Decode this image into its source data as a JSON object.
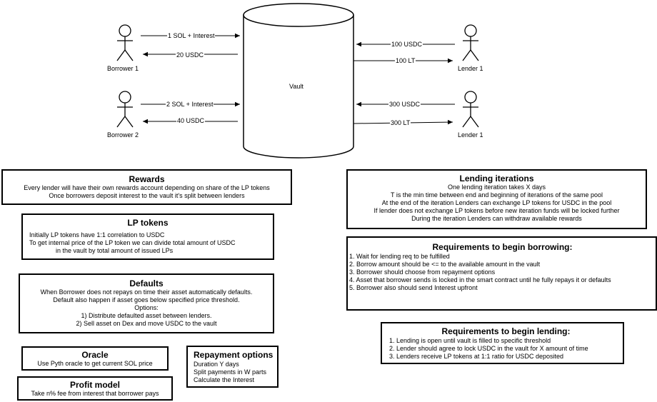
{
  "vault": {
    "label": "Vault"
  },
  "actors": [
    {
      "id": "borrower-1",
      "label": "Borrower 1"
    },
    {
      "id": "borrower-2",
      "label": "Borrower 2"
    },
    {
      "id": "lender-1-top",
      "label": "Lender 1"
    },
    {
      "id": "lender-1-bottom",
      "label": "Lender 1"
    }
  ],
  "arrows": {
    "b1_deposit": "1 SOL + Interest",
    "b1_receive": "20 USDC",
    "b2_deposit": "2 SOL + Interest",
    "b2_receive": "40 USDC",
    "l1_deposit": "100 USDC",
    "l1_receive": "100 LT",
    "l2_deposit": "300 USDC",
    "l2_receive": "300 LT"
  },
  "rewards": {
    "title": "Rewards",
    "lines": [
      "Every lender will have their own rewards account depending on share of the LP tokens",
      "Once borrowers deposit interest to the vault it's split between lenders"
    ]
  },
  "lp_tokens": {
    "title": "LP tokens",
    "lines": [
      "Initially LP tokens have 1:1 correlation to USDC",
      "To get internal price of the LP token we can divide total amount of USDC",
      "in the vault by total amount of issued LPs"
    ]
  },
  "defaults": {
    "title": "Defaults",
    "lines": [
      "When Borrower does not repays on time their asset automatically defaults.",
      "Default also happen if asset goes below specified price threshold.",
      "Options:",
      "1) Distribute defaulted asset between lenders.",
      "2) Sell asset on Dex and move USDC to the vault"
    ]
  },
  "oracle": {
    "title": "Oracle",
    "lines": [
      "Use Pyth oracle to get current SOL price"
    ]
  },
  "repayment": {
    "title": "Repayment options",
    "lines": [
      "Duration Y days",
      "Split payments in W parts",
      "Calculate the Interest"
    ]
  },
  "profit": {
    "title": "Profit model",
    "lines": [
      "Take n% fee from interest that borrower pays"
    ]
  },
  "lending_iterations": {
    "title": "Lending iterations",
    "lines": [
      "One lending iteration takes X days",
      "T is the min time between end and beginning of iterations of the same pool",
      "At the end of the iteration Lenders can exchange LP tokens for USDC in the pool",
      "If lender does not exchange LP tokens before new iteration funds will be locked further",
      "During the iteration Lenders can withdraw available rewards"
    ]
  },
  "req_borrowing": {
    "title": "Requirements to begin borrowing:",
    "lines": [
      "1. Wait for lending req to be fulfilled",
      "2. Borrow amount should be <= to the available amount in the vault",
      "3. Borrower should choose from repayment options",
      "4. Asset that borrower sends is locked in the smart contract until he fully repays it or defaults",
      "5. Borrower also should send Interest upfront"
    ]
  },
  "req_lending": {
    "title": "Requirements to begin lending:",
    "lines": [
      "1. Lending is open until vault is filled to specific threshold",
      "2. Lender should agree to lock USDC in the vault for X amount of time",
      "3. Lenders receive LP tokens at 1:1 ratio for USDC deposited"
    ]
  }
}
